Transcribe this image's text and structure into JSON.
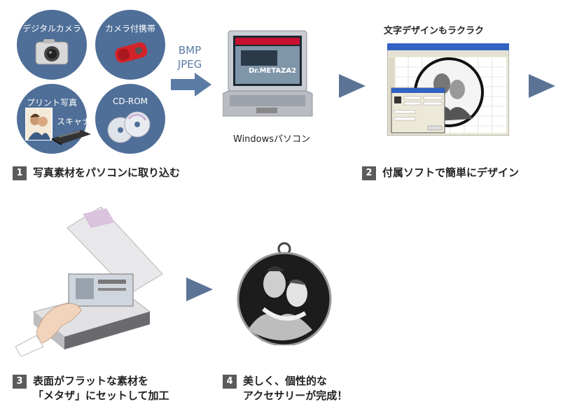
{
  "sources": {
    "digital_camera": "デジタルカメラ",
    "camera_phone": "カメラ付携帯",
    "print_photo": "プリント写真",
    "scanner": "スキャナー",
    "cdrom": "CD-ROM"
  },
  "formats": {
    "bmp": "BMP",
    "jpeg": "JPEG"
  },
  "laptop_caption": "Windowsパソコン",
  "software_caption": "文字デザインもラクラク",
  "software_title": "Dr.METAZA2",
  "steps": [
    {
      "number": "1",
      "text": "写真素材をパソコンに取り込む"
    },
    {
      "number": "2",
      "text": "付属ソフトで簡単にデザイン"
    },
    {
      "number": "3",
      "text": "表面がフラットな素材を\n「メタザ」にセットして加工"
    },
    {
      "number": "4",
      "text": "美しく、個性的な\nアクセサリーが完成！"
    }
  ],
  "colors": {
    "circle": "#4f6f98",
    "arrow": "#5b7496",
    "format_text": "#5a7aa6",
    "step_badge": "#5b5b5b"
  }
}
